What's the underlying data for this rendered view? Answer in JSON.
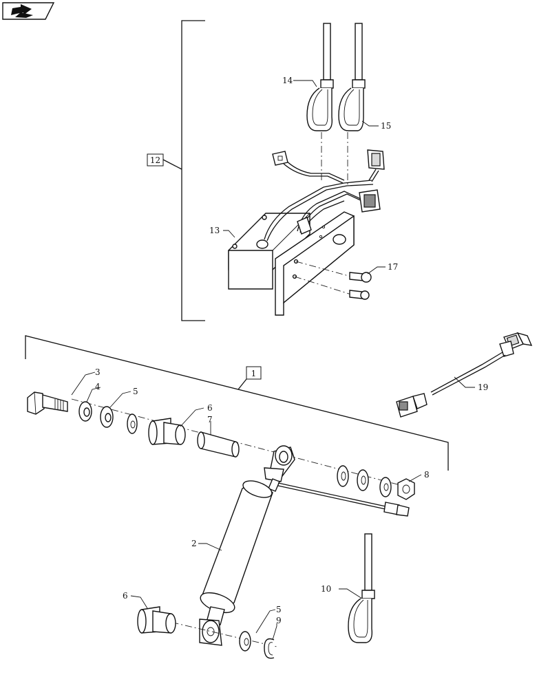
{
  "nav_icon": "forward-arrow-icon",
  "boxed_labels": {
    "assembly_12": "12",
    "assembly_1": "1"
  },
  "callouts": {
    "c2": "2",
    "c3": "3",
    "c4": "4",
    "c5_top": "5",
    "c6_top": "6",
    "c7": "7",
    "c8": "8",
    "c6_bottom": "6",
    "c5_bottom": "5",
    "c9": "9",
    "c10": "10",
    "c13": "13",
    "c14": "14",
    "c15": "15",
    "c17": "17",
    "c19": "19"
  }
}
